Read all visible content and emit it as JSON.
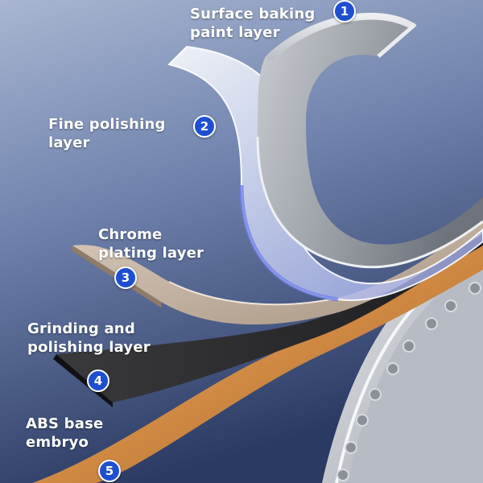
{
  "layers": [
    {
      "number": "1",
      "line1": "Surface baking",
      "line2": "paint layer",
      "material_color": "#a9aeb5"
    },
    {
      "number": "2",
      "line1": "Fine polishing",
      "line2": "layer",
      "material_color": "#dfe6ff"
    },
    {
      "number": "3",
      "line1": "Chrome",
      "line2": "plating layer",
      "material_color": "#c9b8a6"
    },
    {
      "number": "4",
      "line1": "Grinding and",
      "line2": "polishing layer",
      "material_color": "#2a2a2c"
    },
    {
      "number": "5",
      "line1": "ABS base",
      "line2": "embryo",
      "material_color": "#d99a55"
    }
  ],
  "colors": {
    "background_top": "#8fa0c2",
    "background_bottom": "#2e3d66",
    "badge": "#1f4fd1",
    "label_text": "#ffffff"
  }
}
